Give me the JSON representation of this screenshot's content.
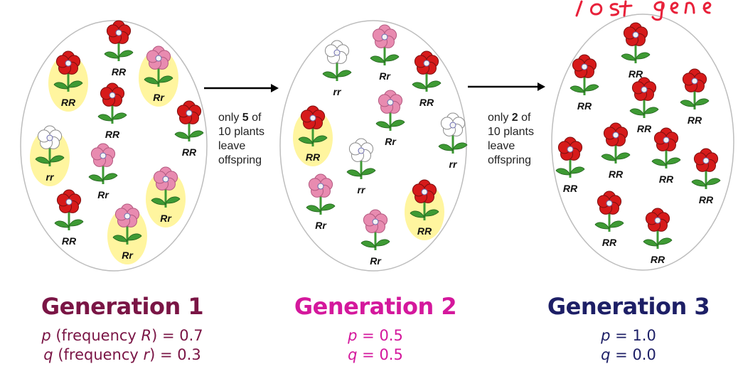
{
  "colors": {
    "red_flower": "#d61a1a",
    "pink_flower": "#e88bb0",
    "white_flower": "#ffffff",
    "stem": "#3e9a34",
    "highlight": "#fff176",
    "gen1": "#7a1545",
    "gen2": "#d4189c",
    "gen3": "#1d1f66",
    "ink": "#e8213a"
  },
  "annotation": "lost gene",
  "arrows": [
    {
      "prefix": "only ",
      "count": "5",
      "suffix": " of",
      "line2": "10 plants",
      "line3": "leave",
      "line4": "offspring"
    },
    {
      "prefix": "only ",
      "count": "2",
      "suffix": " of",
      "line2": "10 plants",
      "line3": "leave",
      "line4": "offspring"
    }
  ],
  "generations": [
    {
      "title": "Generation 1",
      "p_line": {
        "sym": "p",
        "label": " (frequency ",
        "allele": "R",
        "rest": ") = 0.7"
      },
      "q_line": {
        "sym": "q",
        "label": " (frequency ",
        "allele": "r",
        "rest": ") = 0.3"
      },
      "plants": [
        {
          "genotype": "RR",
          "color": "red",
          "highlight": false
        },
        {
          "genotype": "RR",
          "color": "red",
          "highlight": true
        },
        {
          "genotype": "Rr",
          "color": "pink",
          "highlight": true
        },
        {
          "genotype": "RR",
          "color": "red",
          "highlight": false
        },
        {
          "genotype": "RR",
          "color": "red",
          "highlight": false
        },
        {
          "genotype": "rr",
          "color": "white",
          "highlight": true
        },
        {
          "genotype": "Rr",
          "color": "pink",
          "highlight": false
        },
        {
          "genotype": "Rr",
          "color": "pink",
          "highlight": true
        },
        {
          "genotype": "RR",
          "color": "red",
          "highlight": false
        },
        {
          "genotype": "Rr",
          "color": "pink",
          "highlight": true
        }
      ]
    },
    {
      "title": "Generation 2",
      "p_line": {
        "sym": "p",
        "label": "",
        "allele": "",
        "rest": " = 0.5"
      },
      "q_line": {
        "sym": "q",
        "label": "",
        "allele": "",
        "rest": " = 0.5"
      },
      "plants": [
        {
          "genotype": "rr",
          "color": "white",
          "highlight": false
        },
        {
          "genotype": "Rr",
          "color": "pink",
          "highlight": false
        },
        {
          "genotype": "RR",
          "color": "red",
          "highlight": false
        },
        {
          "genotype": "Rr",
          "color": "pink",
          "highlight": false
        },
        {
          "genotype": "RR",
          "color": "red",
          "highlight": true
        },
        {
          "genotype": "rr",
          "color": "white",
          "highlight": false
        },
        {
          "genotype": "rr",
          "color": "white",
          "highlight": false
        },
        {
          "genotype": "Rr",
          "color": "pink",
          "highlight": false
        },
        {
          "genotype": "RR",
          "color": "red",
          "highlight": true
        },
        {
          "genotype": "Rr",
          "color": "pink",
          "highlight": false
        }
      ]
    },
    {
      "title": "Generation 3",
      "p_line": {
        "sym": "p",
        "label": "",
        "allele": "",
        "rest": " = 1.0"
      },
      "q_line": {
        "sym": "q",
        "label": "",
        "allele": "",
        "rest": " = 0.0"
      },
      "plants": [
        {
          "genotype": "RR",
          "color": "red",
          "highlight": false
        },
        {
          "genotype": "RR",
          "color": "red",
          "highlight": false
        },
        {
          "genotype": "RR",
          "color": "red",
          "highlight": false
        },
        {
          "genotype": "RR",
          "color": "red",
          "highlight": false
        },
        {
          "genotype": "RR",
          "color": "red",
          "highlight": false
        },
        {
          "genotype": "RR",
          "color": "red",
          "highlight": false
        },
        {
          "genotype": "RR",
          "color": "red",
          "highlight": false
        },
        {
          "genotype": "RR",
          "color": "red",
          "highlight": false
        },
        {
          "genotype": "RR",
          "color": "red",
          "highlight": false
        },
        {
          "genotype": "RR",
          "color": "red",
          "highlight": false
        }
      ]
    }
  ]
}
